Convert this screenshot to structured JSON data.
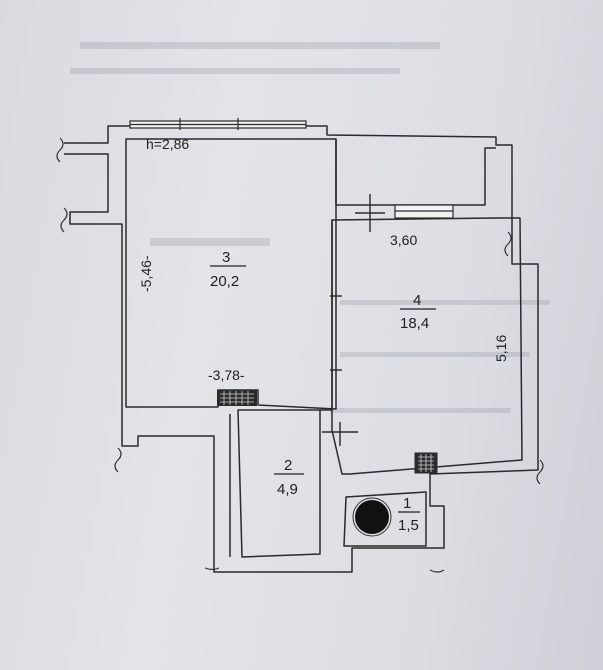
{
  "plan": {
    "ceiling_height": "h=2,86",
    "dimensions": {
      "left_wall": "-5,46-",
      "room3_width": "-3,78-",
      "room4_width": "3,60",
      "right_wall": "5,16"
    },
    "rooms": [
      {
        "number": "3",
        "area": "20,2"
      },
      {
        "number": "4",
        "area": "18,4"
      },
      {
        "number": "2",
        "area": "4,9"
      },
      {
        "number": "1",
        "area": "1,5"
      }
    ]
  }
}
